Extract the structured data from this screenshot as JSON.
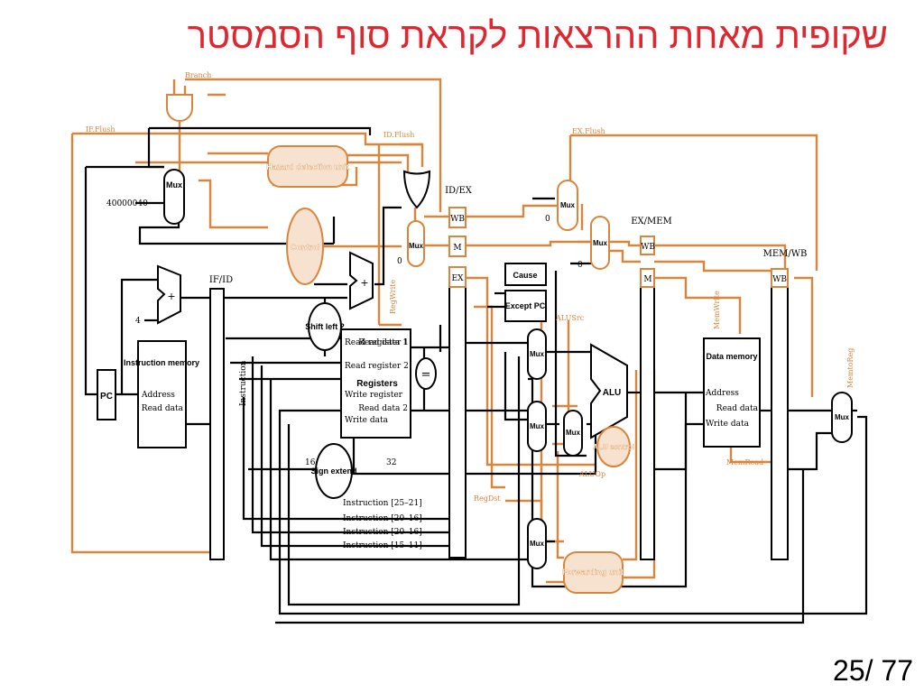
{
  "slide": {
    "title": "שקופית מאחת ההרצאות לקראת סוף הסמסטר",
    "page_number": "25/ 77"
  },
  "colors": {
    "title": "#e0262f",
    "control_path": "#d9853b",
    "control_fill": "#f6e2cf",
    "datapath": "#000000"
  },
  "pipeline_regs": {
    "if_id": "IF/ID",
    "id_ex": "ID/EX",
    "ex_mem": "EX/MEM",
    "mem_wb": "MEM/WB",
    "wb": "WB",
    "m": "M",
    "ex": "EX"
  },
  "units": {
    "pc": "PC",
    "imem_title": "Instruction memory",
    "imem_address": "Address",
    "imem_read": "Read data",
    "instruction": "Instruction",
    "hazard": "Hazard detection unit",
    "control": "Control",
    "shift_left": "Shift left 2",
    "sign_extend": "Sign extend",
    "registers": "Registers",
    "read_reg1": "Read register 1",
    "read_reg2": "Read register 2",
    "write_reg": "Write register",
    "write_data": "Write data",
    "read_data1": "Read data 1",
    "read_data2": "Read data 2",
    "equals": "=",
    "cause": "Cause",
    "except_pc": "Except PC",
    "alu": "ALU",
    "alu_control": "ALU control",
    "dmem_title": "Data memory",
    "dmem_address": "Address",
    "dmem_read": "Read data",
    "dmem_write": "Write data",
    "forwarding": "Forwarding unit",
    "mux": "Mux",
    "adder": "+"
  },
  "signals": {
    "if_flush": "IF.Flush",
    "id_flush": "ID.Flush",
    "ex_flush": "EX.Flush",
    "branch": "Branch",
    "reg_write": "RegWrite",
    "mem_write": "MemWrite",
    "mem_read": "MemRead",
    "mem_to_reg": "MemtoReg",
    "alu_src": "ALUSrc",
    "alu_op": "ALUOp",
    "reg_dst": "RegDst",
    "exc_addr": "40000040",
    "four": "4",
    "zero": "0",
    "sixteen": "16",
    "thirtytwo": "32"
  },
  "instr_fields": [
    "Instruction [25–21]",
    "Instruction [20–16]",
    "Instruction [20–16]",
    "Instruction [15–11]"
  ]
}
